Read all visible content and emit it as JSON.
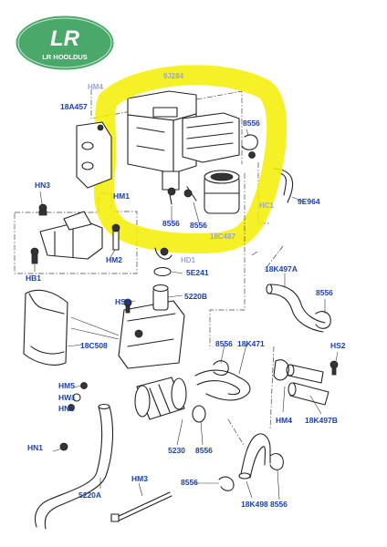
{
  "logo": {
    "mark": "LR",
    "text": "LR HOOLDUS",
    "colors": {
      "oval": "#4aa86a",
      "ring": "#ffffff",
      "text": "#ffffff"
    }
  },
  "highlight_color": "#f5ee00",
  "label_color": "#1a3fb0",
  "labels": {
    "l_9j284": "9J284",
    "l_hm4_top": "HM4",
    "l_18a457": "18A457",
    "l_8556_a": "8556",
    "l_hn3": "HN3",
    "l_hm1": "HM1",
    "l_9e964": "9E964",
    "l_hc1": "HC1",
    "l_8556_b": "8556",
    "l_8556_c": "8556",
    "l_18c487": "18C487",
    "l_hm2": "HM2",
    "l_hd1": "HD1",
    "l_hb1": "HB1",
    "l_5e241": "5E241",
    "l_18k497a": "18K497A",
    "l_hs1": "HS1",
    "l_5220b": "5220B",
    "l_8556_d": "8556",
    "l_18c508": "18C508",
    "l_8556_e": "8556",
    "l_18k471": "18K471",
    "l_hs2": "HS2",
    "l_hm5": "HM5",
    "l_hw1": "HW1",
    "l_hn2": "HN2",
    "l_hm4_b": "HM4",
    "l_18k497b": "18K497B",
    "l_5230": "5230",
    "l_8556_f": "8556",
    "l_hn1": "HN1",
    "l_5220a": "5220A",
    "l_hm3": "HM3",
    "l_8556_g": "8556",
    "l_18k498": "18K498",
    "l_8556_h": "8556"
  }
}
